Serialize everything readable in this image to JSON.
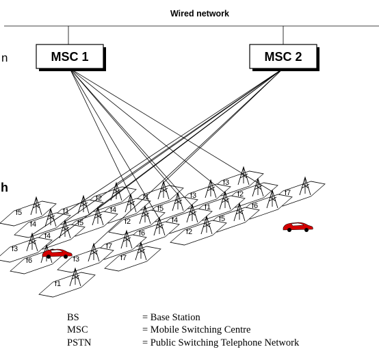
{
  "network_label": "Wired network",
  "msc": [
    {
      "label": "MSC 1"
    },
    {
      "label": "MSC 2"
    }
  ],
  "left_fragments": [
    "n",
    "h"
  ],
  "cells": [
    {
      "label": "f6"
    },
    {
      "label": "f5"
    },
    {
      "label": "f7"
    },
    {
      "label": "f1"
    },
    {
      "label": "f4"
    },
    {
      "label": "f2"
    },
    {
      "label": "f3"
    },
    {
      "label": "f6"
    },
    {
      "label": "f5"
    },
    {
      "label": "f1"
    },
    {
      "label": "f7"
    },
    {
      "label": "f4"
    },
    {
      "label": "f2"
    },
    {
      "label": "f3"
    },
    {
      "label": "f5"
    },
    {
      "label": "f1"
    },
    {
      "label": "f4"
    },
    {
      "label": "f6"
    },
    {
      "label": "f3"
    },
    {
      "label": "f7"
    },
    {
      "label": "f2"
    },
    {
      "label": "f5"
    },
    {
      "label": "f1"
    },
    {
      "label": "f4"
    },
    {
      "label": "f2"
    },
    {
      "label": "f3"
    }
  ],
  "legend": [
    {
      "abbr": "BS",
      "desc": "= Base Station"
    },
    {
      "abbr": "MSC",
      "desc": "= Mobile Switching Centre"
    },
    {
      "abbr": "PSTN",
      "desc": "= Public Switching Telephone Network"
    }
  ],
  "colors": {
    "car": "#d40000",
    "line": "#000000",
    "background": "#ffffff"
  }
}
